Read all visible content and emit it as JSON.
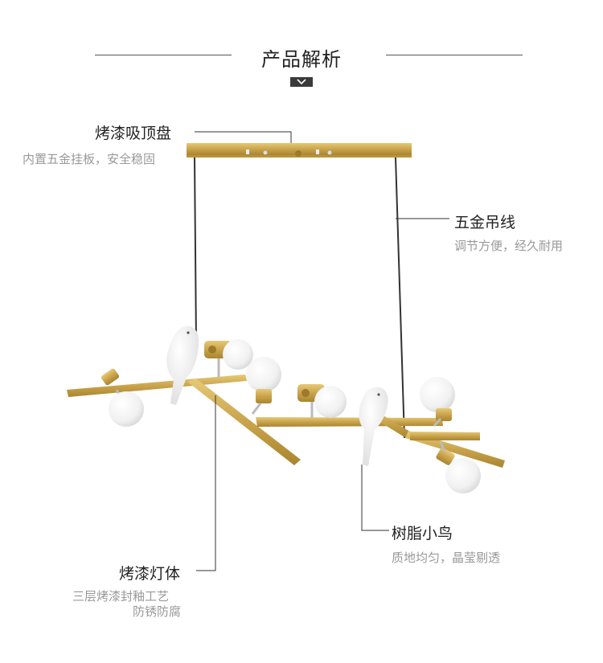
{
  "header": {
    "title": "产品解析"
  },
  "callouts": {
    "canopy": {
      "title": "烤漆吸顶盘",
      "subtitle": "内置五金挂板，安全稳固"
    },
    "wire": {
      "title": "五金吊线",
      "subtitle": "调节方便，经久耐用"
    },
    "bird": {
      "title": "树脂小鸟",
      "subtitle": "质地均匀，晶莹剔透"
    },
    "body": {
      "title": "烤漆灯体",
      "subtitle_line1": "三层烤漆封釉工艺",
      "subtitle_line2": "防锈防腐"
    }
  },
  "colors": {
    "gold": "#c9a44c",
    "gold_dark": "#a9852f",
    "globe": "#f4f4f4",
    "wire": "#333333",
    "leader": "#333333"
  },
  "icons": {
    "chevron": "chevron-down-icon"
  }
}
